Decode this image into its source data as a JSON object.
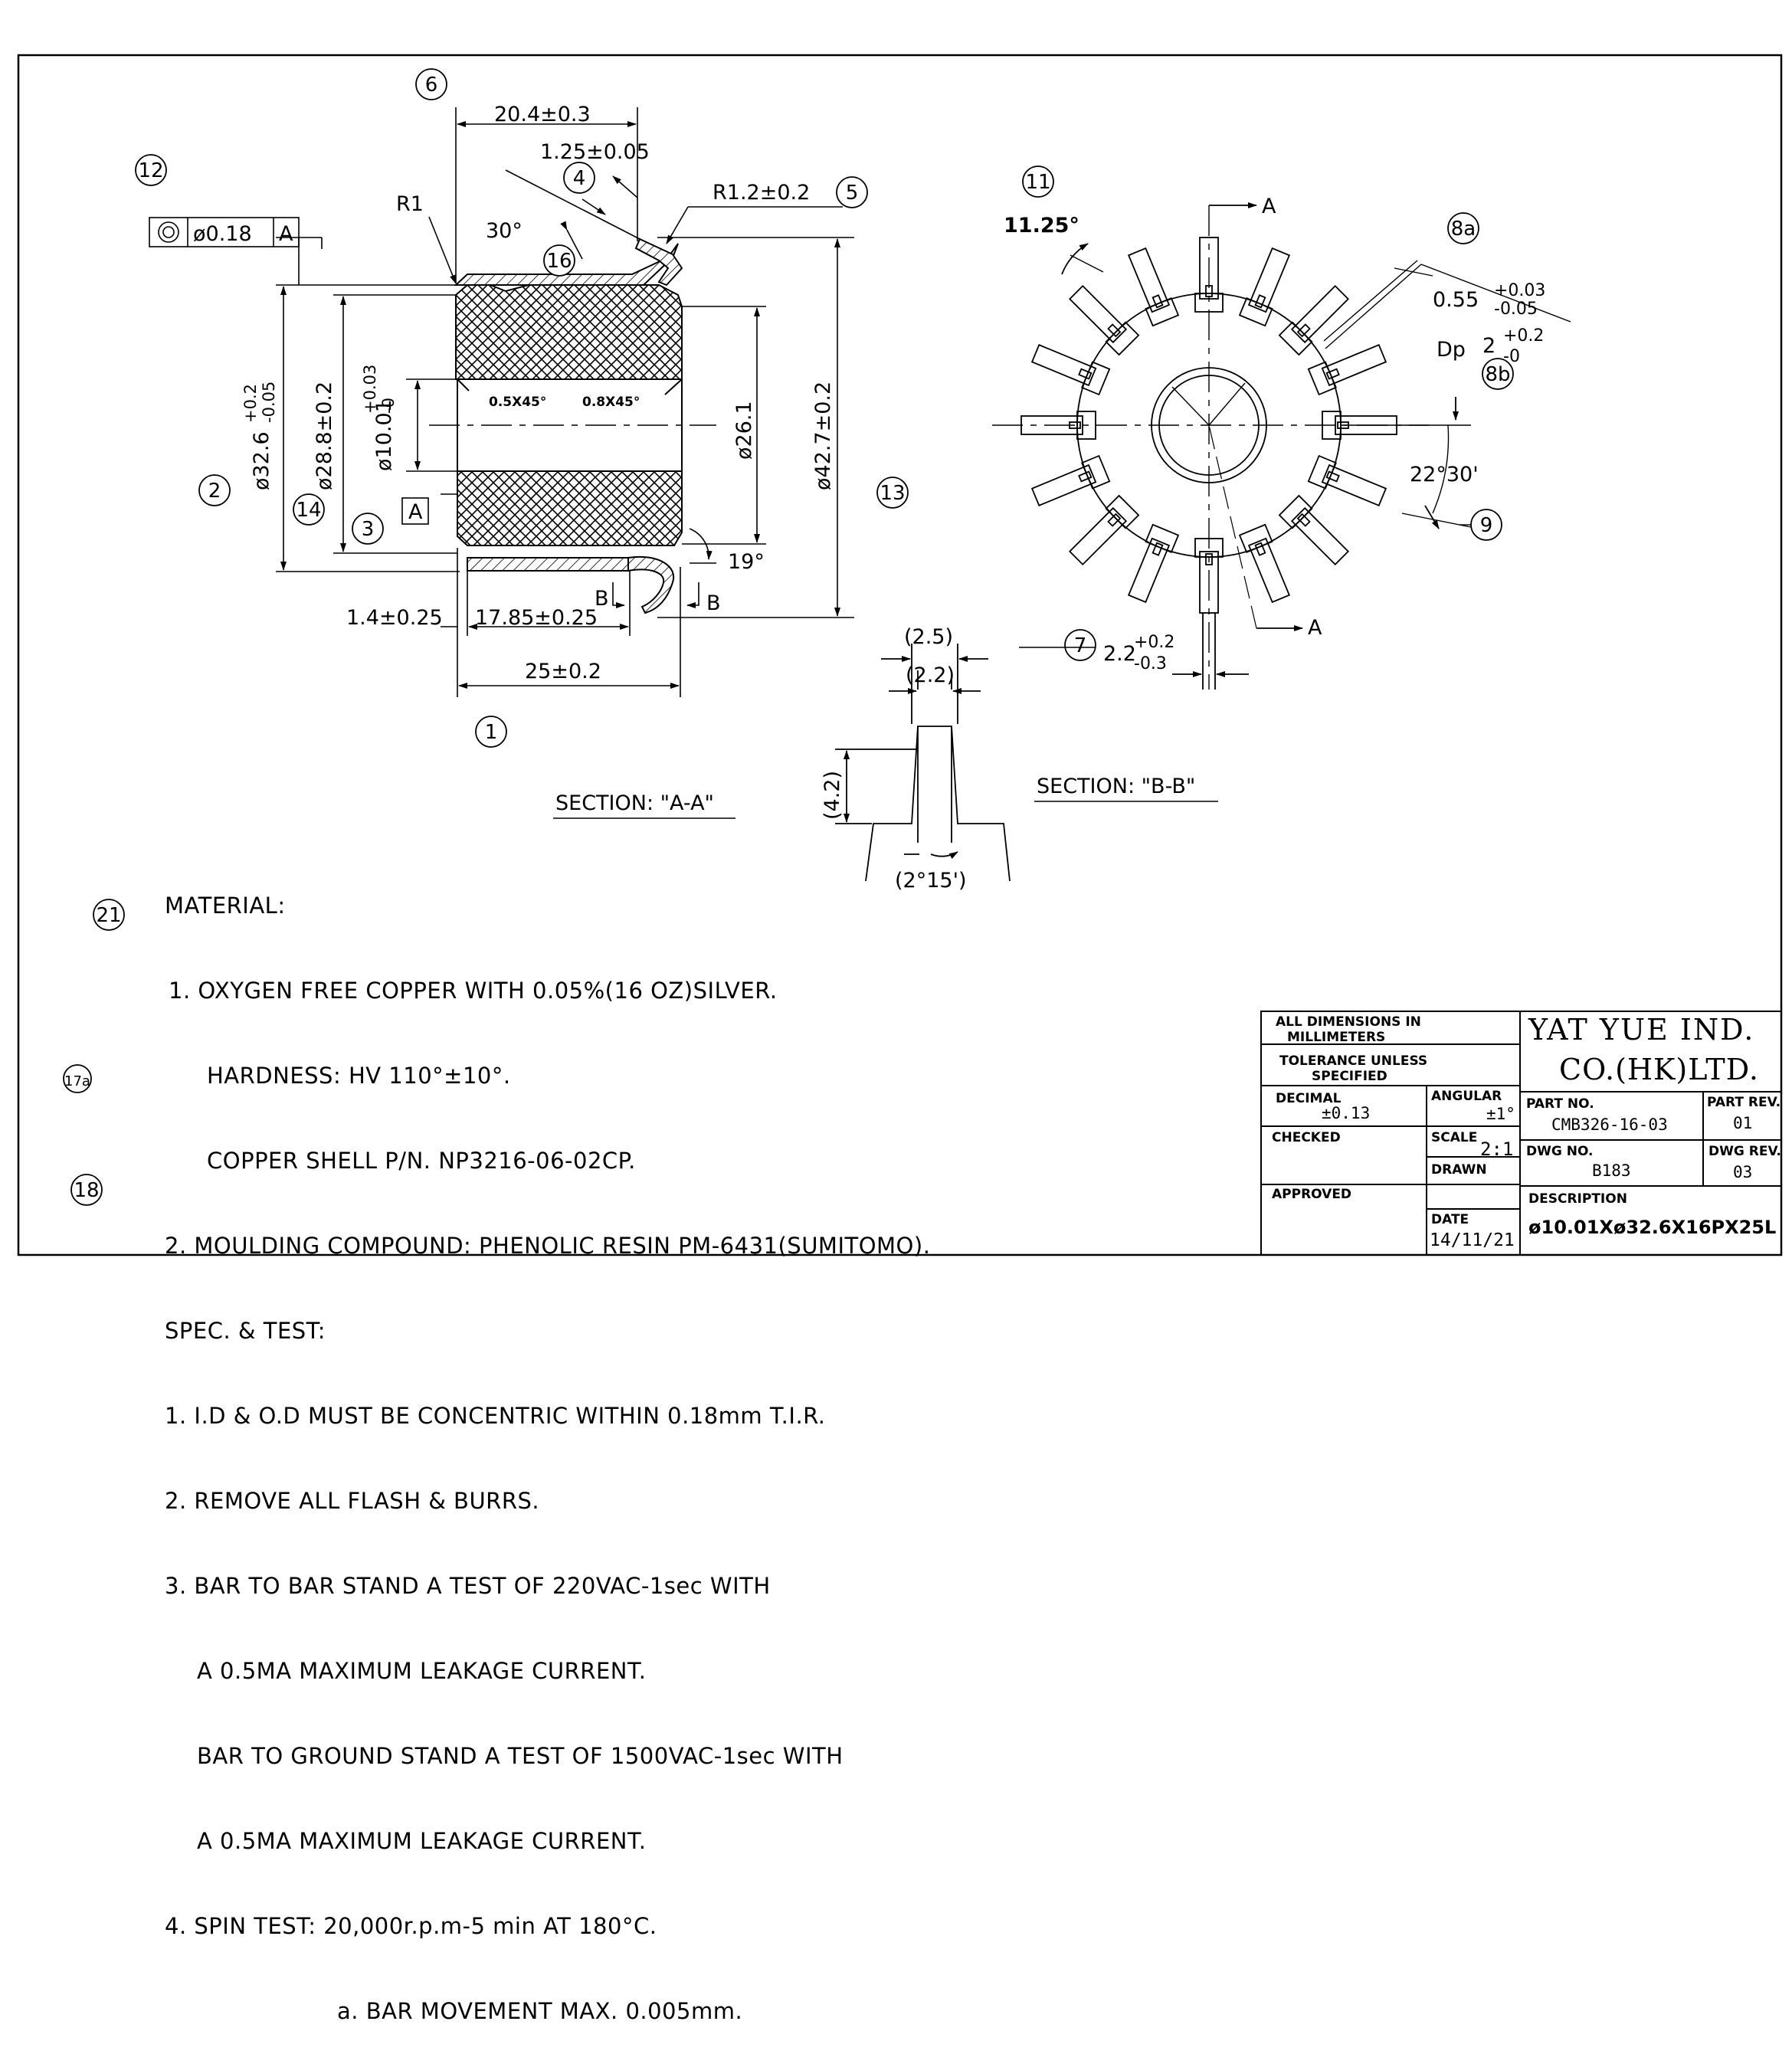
{
  "section_a": {
    "title": "SECTION: \"A-A\"",
    "dims": {
      "length_top": "20.4±0.3",
      "tang_thk": "1.25±0.05",
      "radius_r1": "R1",
      "radius_r12": "R1.2±0.2",
      "angle_30": "30°",
      "dia_326": "ø32.6",
      "dia_326_tol_up": "+0.2",
      "dia_326_tol_dn": "-0.05",
      "dia_288": "ø28.8±0.2",
      "dia_1001": "ø10.01",
      "dia_1001_tol_up": "+0.03",
      "dia_1001_tol_dn": "-0",
      "dia_261": "ø26.1",
      "dia_427": "ø42.7±0.2",
      "chamfer_left": "0.5X45°",
      "chamfer_right": "0.8X45°",
      "angle_19": "19°",
      "dim_14": "1.4±0.25",
      "dim_1785": "17.85±0.25",
      "dim_25": "25±0.2",
      "cut_b_left": "B",
      "cut_b_right": "B",
      "datum": "A",
      "fcf_tol": "ø0.18",
      "fcf_datum": "A"
    }
  },
  "section_b": {
    "title": "SECTION: \"B-B\"",
    "dims": {
      "width_25": "(2.5)",
      "width_22": "(2.2)",
      "height_42": "(4.2)",
      "angle_215": "(2°15')"
    }
  },
  "front_view": {
    "angle_1125": "11.25°",
    "dim_055": "0.55",
    "dim_055_up": "+0.03",
    "dim_055_dn": "-0.05",
    "depth_label": "Dp",
    "depth_val": "2",
    "depth_up": "+0.2",
    "depth_dn": "-0",
    "angle_2230": "22°30'",
    "dim_22": "2.2",
    "dim_22_up": "+0.2",
    "dim_22_dn": "-0.3",
    "cut_a_top": "A",
    "cut_a_bottom": "A"
  },
  "balloons": {
    "b1": "1",
    "b2": "2",
    "b3": "3",
    "b4": "4",
    "b5": "5",
    "b6": "6",
    "b7": "7",
    "b8a": "8a",
    "b8b": "8b",
    "b9": "9",
    "b11": "11",
    "b12": "12",
    "b13": "13",
    "b14": "14",
    "b16": "16",
    "b17a": "17a",
    "b18": "18",
    "b21": "21"
  },
  "notes": {
    "material_heading": "MATERIAL:",
    "m1": "1. OXYGEN FREE COPPER WITH 0.05%(16 OZ)SILVER.",
    "m1b": "HARDNESS: HV 110°±10°.",
    "m1c": "COPPER SHELL P/N. NP3216-06-02CP.",
    "m2": "2. MOULDING COMPOUND: PHENOLIC RESIN PM-6431(SUMITOMO).",
    "spec_heading": "SPEC. & TEST:",
    "s1": "1. I.D & O.D MUST BE CONCENTRIC WITHIN 0.18mm T.I.R.",
    "s2": "2. REMOVE ALL FLASH & BURRS.",
    "s3": "3. BAR TO BAR STAND A TEST OF 220VAC-1sec WITH",
    "s3b": "A 0.5MA MAXIMUM LEAKAGE CURRENT.",
    "s3c": "BAR TO GROUND STAND A TEST OF 1500VAC-1sec WITH",
    "s3d": "A 0.5MA MAXIMUM LEAKAGE CURRENT.",
    "s4": "4. SPIN TEST: 20,000r.p.m-5 min AT 180°C.",
    "s4a": "a. BAR MOVEMENT MAX. 0.005mm."
  },
  "title_block": {
    "all_dims": "ALL DIMENSIONS IN",
    "millimeters": "MILLIMETERS",
    "tolerance": "TOLERANCE UNLESS",
    "specified": "SPECIFIED",
    "decimal_label": "DECIMAL",
    "decimal_value": "±0.13",
    "angular_label": "ANGULAR",
    "angular_value": "±1°",
    "checked_label": "CHECKED",
    "scale_label": "SCALE",
    "scale_value": "2:1",
    "drawn_label": "DRAWN",
    "approved_label": "APPROVED",
    "date_label": "DATE",
    "date_value": "14/11/21",
    "company_line1": "YAT YUE IND.",
    "company_line2": "CO.(HK)LTD.",
    "part_no_label": "PART NO.",
    "part_no_value": "CMB326-16-03",
    "part_rev_label": "PART REV.",
    "part_rev_value": "01",
    "dwg_no_label": "DWG NO.",
    "dwg_no_value": "B183",
    "dwg_rev_label": "DWG REV.",
    "dwg_rev_value": "03",
    "description_label": "DESCRIPTION",
    "description_value": "ø10.01Xø32.6X16PX25L"
  }
}
